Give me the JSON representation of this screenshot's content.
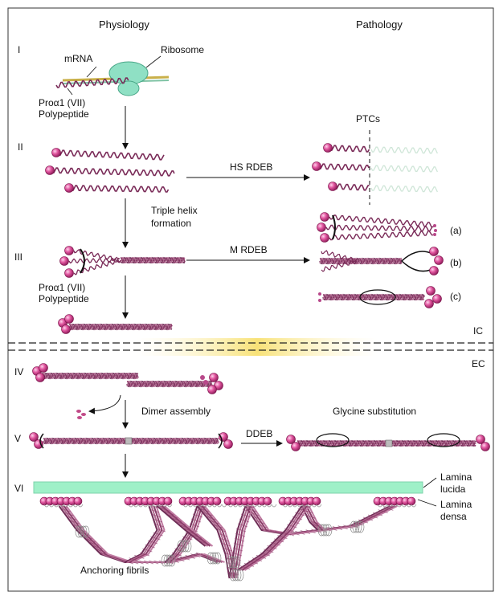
{
  "headers": {
    "physiology": "Physiology",
    "pathology": "Pathology"
  },
  "stages": {
    "s1": "I",
    "s2": "II",
    "s3": "III",
    "s4": "IV",
    "s5": "V",
    "s6": "VI"
  },
  "labels": {
    "mrna": "mRNA",
    "ribosome": "Ribosome",
    "polypeptide_1_line1": "Proα1 (VII)",
    "polypeptide_1_line2": "Polypeptide",
    "ptcs": "PTCs",
    "hs_rdeb": "HS RDEB",
    "triple_helix_line1": "Triple helix",
    "triple_helix_line2": "formation",
    "m_rdeb": "M RDEB",
    "variant_a": "(a)",
    "variant_b": "(b)",
    "variant_c": "(c)",
    "polypeptide_2_line1": "Proα1 (VII)",
    "polypeptide_2_line2": "Polypeptide",
    "ic": "IC",
    "ec": "EC",
    "dimer_assembly": "Dimer assembly",
    "glycine_substitution": "Glycine substitution",
    "ddeb": "DDEB",
    "lamina_lucida_line1": "Lamina",
    "lamina_lucida_line2": "lucida",
    "lamina_densa_line1": "Lamina",
    "lamina_densa_line2": "densa",
    "anchoring_fibrils": "Anchoring fibrils"
  },
  "colors": {
    "sphere": "#d0418c",
    "helix": "#9b4a78",
    "ribosome": "#8fe0c4",
    "lamina": "#9ff0c8",
    "membrane_glow": "#f6d84a"
  }
}
